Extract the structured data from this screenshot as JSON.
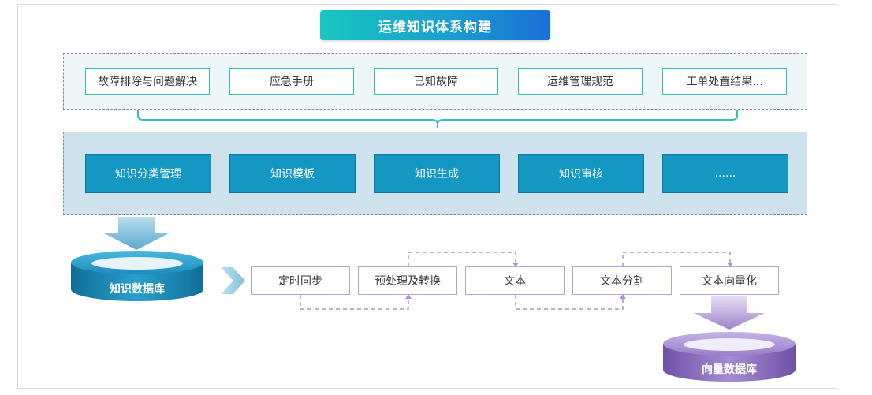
{
  "title": "运维知识体系构建",
  "sources": [
    "故障排除与问题解决",
    "应急手册",
    "已知故障",
    "运维管理规范",
    "工单处置结果..."
  ],
  "management": [
    "知识分类管理",
    "知识模板",
    "知识生成",
    "知识审核",
    "......"
  ],
  "knowledge_db": "知识数据库",
  "pipeline": [
    "定时同步",
    "预处理及转换",
    "文本",
    "文本分割",
    "文本向量化"
  ],
  "vector_db": "向量数据库",
  "colors": {
    "title_gradient_start": "#17c7c0",
    "title_gradient_end": "#1b6fd8",
    "source_border": "#33bcc2",
    "management_fill": "#1597c4",
    "pipeline_border": "#b3a2d6",
    "vector_db_fill": "#8e6fc0"
  }
}
